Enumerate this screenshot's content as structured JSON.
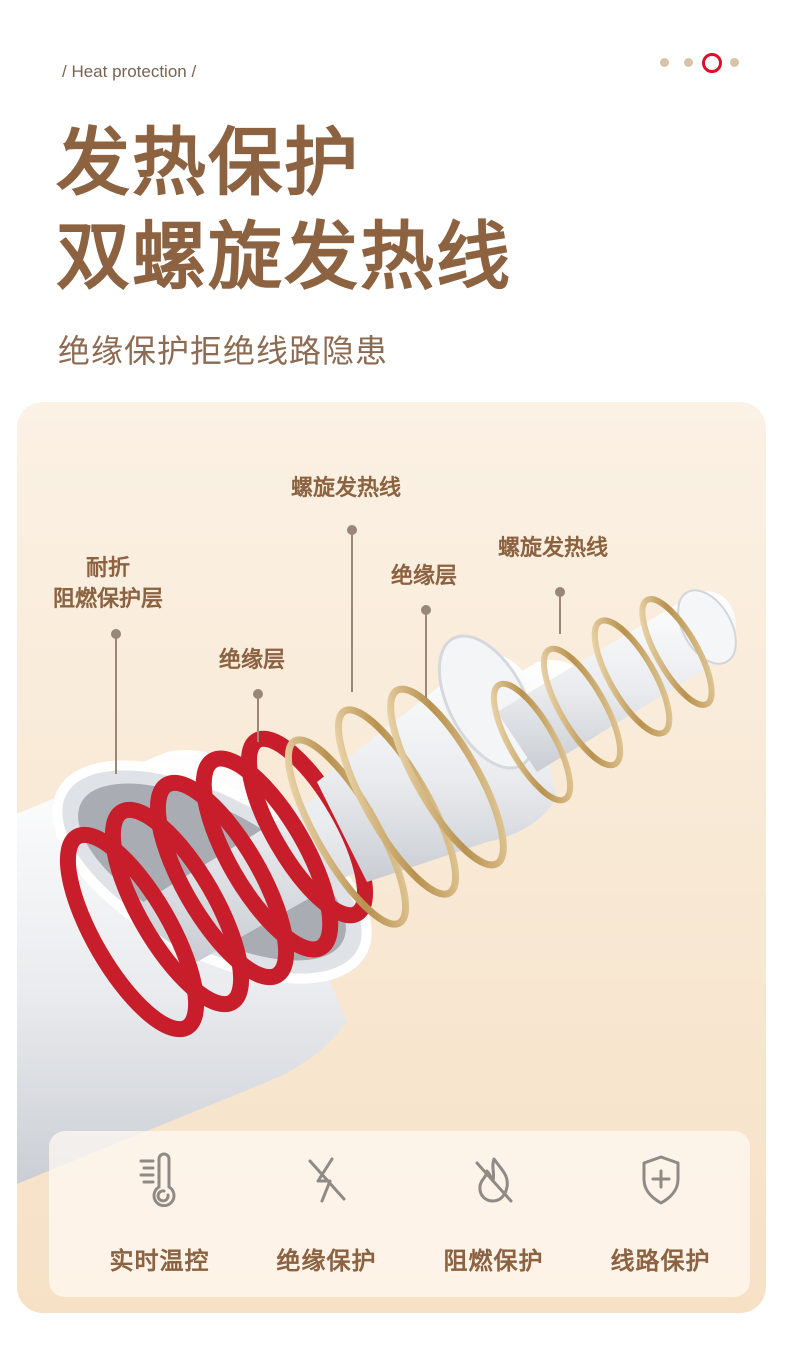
{
  "tagline": "/ Heat protection /",
  "title": {
    "line1": "发热保护",
    "line2": "双螺旋发热线"
  },
  "subtitle": "绝缘保护拒绝线路隐患",
  "pager": {
    "count": 4,
    "active_index": 2,
    "active_color": "#d8112c"
  },
  "callouts": {
    "outer_layer": {
      "line1": "耐折",
      "line2": "阻燃保护层"
    },
    "insulation_inner": "绝缘层",
    "spiral_top": "螺旋发热线",
    "insulation_mid": "绝缘层",
    "spiral_right": "螺旋发热线"
  },
  "features": [
    {
      "icon": "thermometer-icon",
      "label": "实时温控"
    },
    {
      "icon": "no-electricity-icon",
      "label": "绝缘保护"
    },
    {
      "icon": "no-fire-icon",
      "label": "阻燃保护"
    },
    {
      "icon": "shield-plus-icon",
      "label": "线路保护"
    }
  ],
  "colors": {
    "brand_brown": "#8c6241",
    "heating_wire_red": "#c81e2c",
    "heating_wire_gold": "#c9a56a"
  }
}
